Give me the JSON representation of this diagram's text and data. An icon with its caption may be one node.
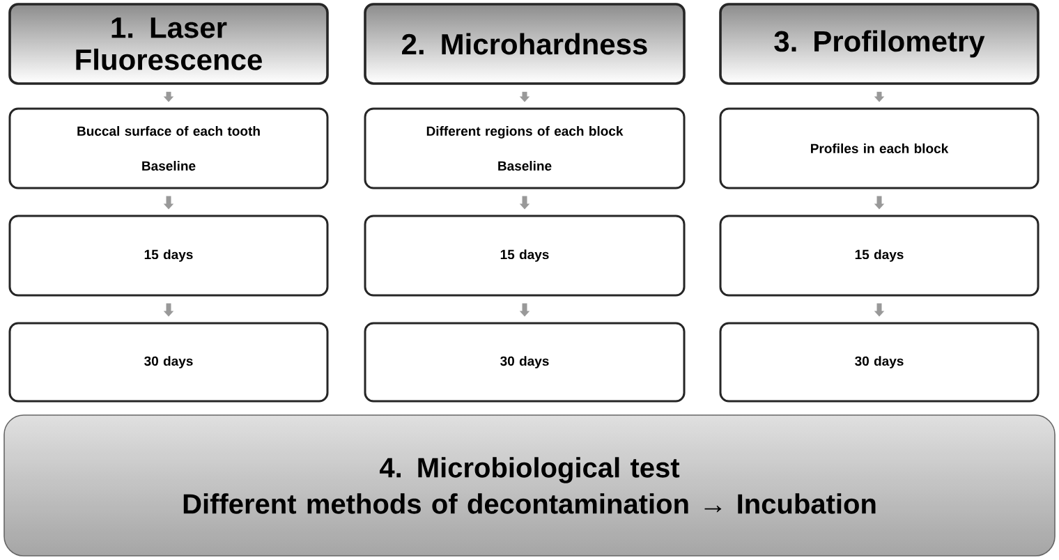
{
  "diagram": {
    "nodes": [
      {
        "text": [
          "1. Laser Fluorescence"
        ]
      },
      {
        "text": [
          "2. Microhardness"
        ]
      },
      {
        "text": [
          "3. Profilometry"
        ]
      },
      {
        "text": [
          "Buccal surface of each tooth",
          "Baseline"
        ]
      },
      {
        "text": [
          "Different regions of each block",
          "Baseline"
        ]
      },
      {
        "text": [
          "Profiles in each block"
        ]
      },
      {
        "text": [
          "15 days"
        ]
      },
      {
        "text": [
          "15 days"
        ]
      },
      {
        "text": [
          "15 days"
        ]
      },
      {
        "text": [
          "30 days"
        ]
      },
      {
        "text": [
          "30 days"
        ]
      },
      {
        "text": [
          "30 days"
        ]
      },
      {
        "text": [
          "4. Microbiological test",
          "Different methods of decontamination → Incubation"
        ]
      }
    ],
    "edges": [
      {
        "from": 0,
        "to": 3,
        "arrow": "to"
      },
      {
        "from": 1,
        "to": 4,
        "arrow": "to"
      },
      {
        "from": 2,
        "to": 5,
        "arrow": "to"
      },
      {
        "from": 3,
        "to": 6,
        "arrow": "to"
      },
      {
        "from": 4,
        "to": 7,
        "arrow": "to"
      },
      {
        "from": 5,
        "to": 8,
        "arrow": "to"
      },
      {
        "from": 6,
        "to": 9,
        "arrow": "to"
      },
      {
        "from": 7,
        "to": 10,
        "arrow": "to"
      },
      {
        "from": 8,
        "to": 11,
        "arrow": "to"
      }
    ]
  }
}
